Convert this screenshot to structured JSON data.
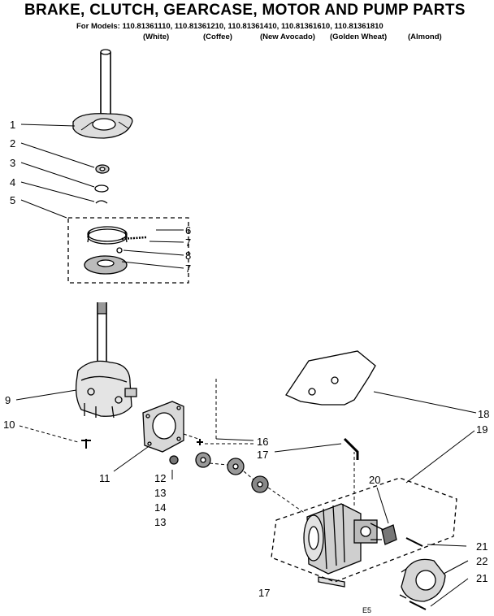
{
  "header": {
    "title": "BRAKE, CLUTCH, GEARCASE, MOTOR AND PUMP PARTS",
    "models_line": "For Models: 110.81361110, 110.81361210, 110.81361410, 110.81361610, 110.81361810",
    "colors": [
      "(White)",
      "(Coffee)",
      "(New Avocado)",
      "(Golden Wheat)",
      "(Almond)"
    ]
  },
  "callouts": [
    "1",
    "2",
    "3",
    "4",
    "5",
    "6",
    "7",
    "8",
    "7",
    "9",
    "10",
    "11",
    "12",
    "13",
    "14",
    "13",
    "16",
    "17",
    "18",
    "19",
    "20",
    "21",
    "22",
    "21",
    "17"
  ],
  "diagram_code": "E5"
}
